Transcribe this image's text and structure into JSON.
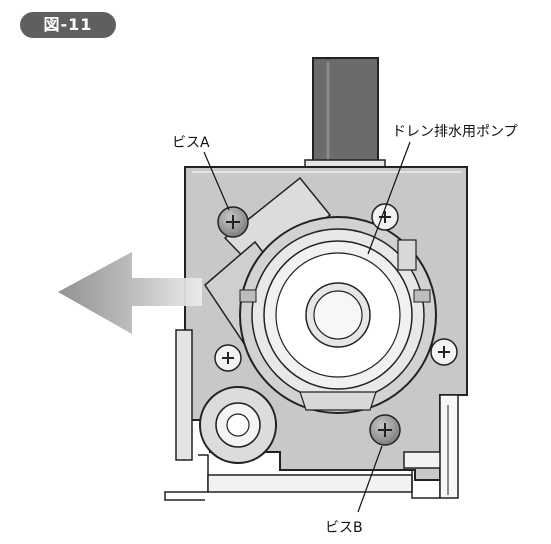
{
  "figure": {
    "badge": "図-11"
  },
  "labels": {
    "screw_a": "ビスA",
    "drain_pump": "ドレン排水用ポンプ",
    "screw_b": "ビスB"
  }
}
